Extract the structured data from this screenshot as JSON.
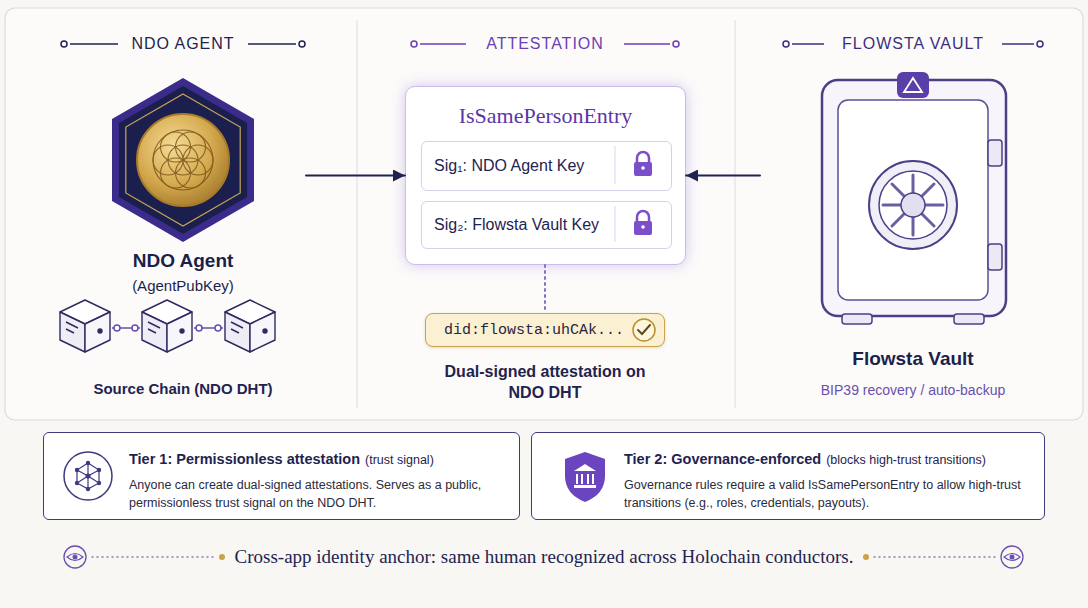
{
  "diagram": {
    "caption": "Cross-app identity anchor: same human recognized across Holochain conductors.",
    "nodes": [
      {
        "text": [
          "NDO Agent",
          "(AgentPubKey)"
        ]
      },
      {
        "text": [
          "IsSamePersonEntry"
        ]
      },
      {
        "text": [
          "Sig₁: NDO Agent Key"
        ],
        "in": 1
      },
      {
        "text": [
          "Sig₂: Flowsta Vault Key"
        ],
        "in": 1
      },
      {
        "text": [
          "did:flowsta:uhCAk..."
        ]
      },
      {
        "text": [
          "Flowsta Vault",
          "BIP39 recovery / auto-backup"
        ]
      },
      {
        "text": [
          "Tier 1: Permissionless attestation",
          "(trust signal)",
          "Anyone can create dual-signed attestations. Serves as a public, permissionless trust signal on the NDO DHT."
        ]
      },
      {
        "text": [
          "Tier 2: Governance-enforced",
          "(blocks high-trust transitions)",
          "Governance rules require a valid IsSamePersonEntry to allow high-trust transitions (e.g., roles, credentials, payouts)."
        ]
      }
    ],
    "edges": [
      {
        "from": 0,
        "to": 1,
        "arrow": "to"
      },
      {
        "from": 5,
        "to": 1,
        "arrow": "to"
      },
      {
        "from": 1,
        "to": 4,
        "arrow": "none"
      }
    ],
    "labels": [
      "NDO AGENT",
      "ATTESTATION",
      "FLOWSTA VAULT",
      "Source Chain (NDO DHT)",
      "Dual-signed attestation on NDO DHT"
    ]
  }
}
